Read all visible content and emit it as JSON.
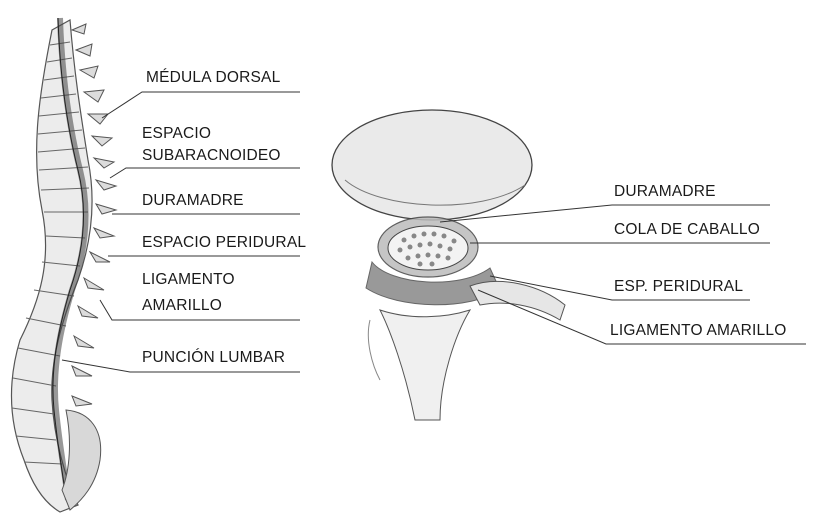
{
  "spine_labels": {
    "medula_dorsal": "MÉDULA DORSAL",
    "espacio_subaracnoideo_1": "ESPACIO",
    "espacio_subaracnoideo_2": "SUBARACNOIDEO",
    "duramadre": "DURAMADRE",
    "espacio_peridural": "ESPACIO PERIDURAL",
    "ligamento_amarillo_1": "LIGAMENTO",
    "ligamento_amarillo_2": "AMARILLO",
    "puncion_lumbar": "PUNCIÓN LUMBAR"
  },
  "vertebra_labels": {
    "duramadre": "DURAMADRE",
    "cola_de_caballo": "COLA DE CABALLO",
    "esp_peridural": "ESP. PERIDURAL",
    "ligamento_amarillo": "LIGAMENTO AMARILLO"
  },
  "colors": {
    "ink": "#333333",
    "bone_fill": "#eeeeee",
    "shade": "#8a8a8a",
    "dark": "#444444"
  }
}
